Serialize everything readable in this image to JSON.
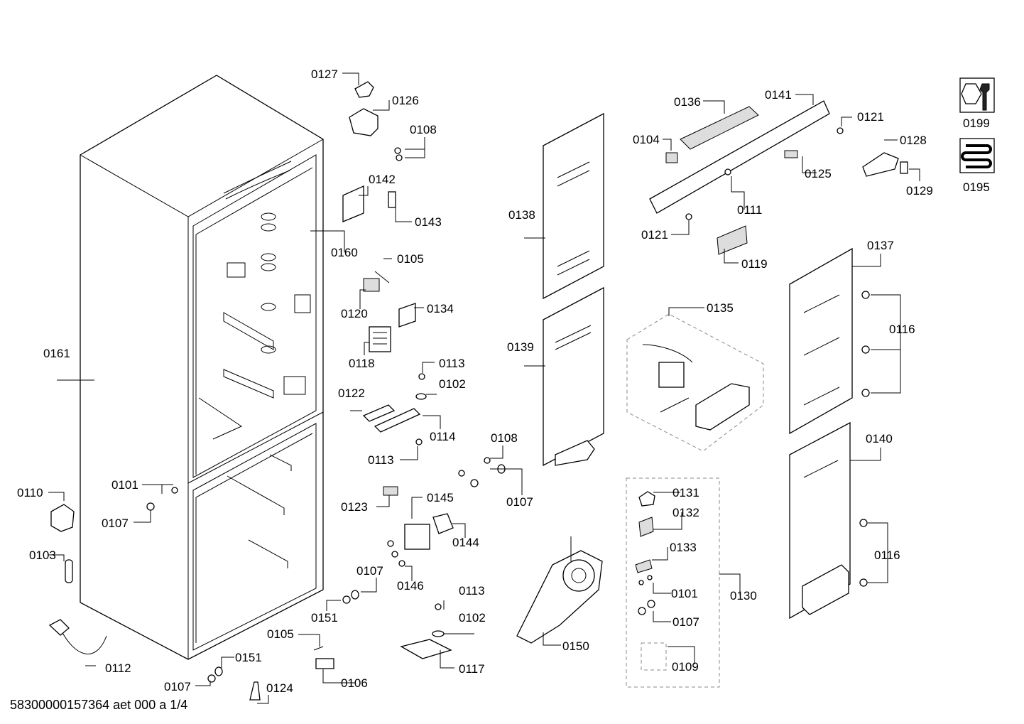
{
  "footer": "58300000157364 aet 000 a 1/4",
  "labels": {
    "p0127": "0127",
    "p0126": "0126",
    "p0108a": "0108",
    "p0142": "0142",
    "p0143": "0143",
    "p0160": "0160",
    "p0161": "0161",
    "p0105a": "0105",
    "p0120": "0120",
    "p0134": "0134",
    "p0118": "0118",
    "p0113a": "0113",
    "p0102a": "0102",
    "p0122": "0122",
    "p0114": "0114",
    "p0113b": "0113",
    "p0108b": "0108",
    "p0107a": "0107",
    "p0123": "0123",
    "p0145": "0145",
    "p0144": "0144",
    "p0146": "0146",
    "p0107b": "0107",
    "p0151a": "0151",
    "p0113c": "0113",
    "p0102b": "0102",
    "p0117": "0117",
    "p0105b": "0105",
    "p0106": "0106",
    "p0151b": "0151",
    "p0107c": "0107",
    "p0124": "0124",
    "p0112": "0112",
    "p0110": "0110",
    "p0103": "0103",
    "p0101a": "0101",
    "p0107d": "0107",
    "p0136": "0136",
    "p0141": "0141",
    "p0104": "0104",
    "p0121a": "0121",
    "p0125": "0125",
    "p0128": "0128",
    "p0129": "0129",
    "p0121b": "0121",
    "p0111": "0111",
    "p0119": "0119",
    "p0138": "0138",
    "p0139": "0139",
    "p0135": "0135",
    "p0137": "0137",
    "p0116a": "0116",
    "p0140": "0140",
    "p0116b": "0116",
    "p0131": "0131",
    "p0132": "0132",
    "p0133": "0133",
    "p0101b": "0101",
    "p0130": "0130",
    "p0107e": "0107",
    "p0109": "0109",
    "p0150": "0150",
    "p0199": "0199",
    "p0195": "0195"
  }
}
